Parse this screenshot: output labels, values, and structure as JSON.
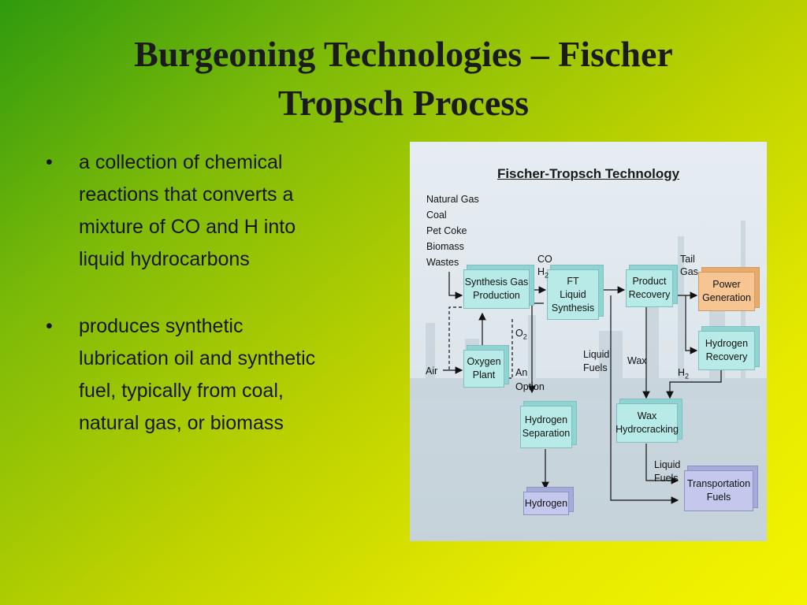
{
  "slide": {
    "title_lines": [
      "Burgeoning Technologies – Fischer",
      "Tropsch Process"
    ],
    "bullets": [
      {
        "lines": [
          "a collection of chemical",
          "reactions that converts a",
          "mixture of CO and H into",
          "liquid hydrocarbons"
        ]
      },
      {
        "lines": [
          "produces synthetic",
          "lubrication oil and synthetic",
          "fuel, typically from coal,",
          "natural gas, or biomass"
        ]
      }
    ],
    "bullet_char": "•"
  },
  "diagram": {
    "title": "Fischer-Tropsch Technology",
    "feedstocks": [
      "Natural Gas",
      "Coal",
      "Pet Coke",
      "Biomass",
      "Wastes"
    ],
    "boxes": {
      "synthesis_gas": [
        "Synthesis Gas",
        "Production"
      ],
      "ft_liquid": [
        "FT",
        "Liquid",
        "Synthesis"
      ],
      "product_recovery": [
        "Product",
        "Recovery"
      ],
      "power_generation": [
        "Power",
        "Generation"
      ],
      "hydrogen_recovery": [
        "Hydrogen",
        "Recovery"
      ],
      "oxygen_plant": [
        "Oxygen",
        "Plant"
      ],
      "hydrogen_separation": [
        "Hydrogen",
        "Separation"
      ],
      "wax_hydrocracking": [
        "Wax",
        "Hydrocracking"
      ],
      "transportation_fuels": [
        "Transportation",
        "Fuels"
      ],
      "hydrogen": [
        "Hydrogen"
      ]
    },
    "labels": {
      "co": "CO",
      "h2_main": "H",
      "h2_main_sub": "2",
      "tail_gas": [
        "Tail",
        "Gas"
      ],
      "o2": "O",
      "o2_sub": "2",
      "air": "Air",
      "an_option": [
        "An",
        "Option"
      ],
      "liquid_fuels_1": [
        "Liquid",
        "Fuels"
      ],
      "wax": "Wax",
      "h2_wax": "H",
      "h2_wax_sub": "2",
      "liquid_fuels_2": [
        "Liquid",
        "Fuels"
      ]
    },
    "colors": {
      "process_box": "#b8eae8",
      "power_box": "#f6c591",
      "product_box": "#c4c8ec"
    }
  }
}
